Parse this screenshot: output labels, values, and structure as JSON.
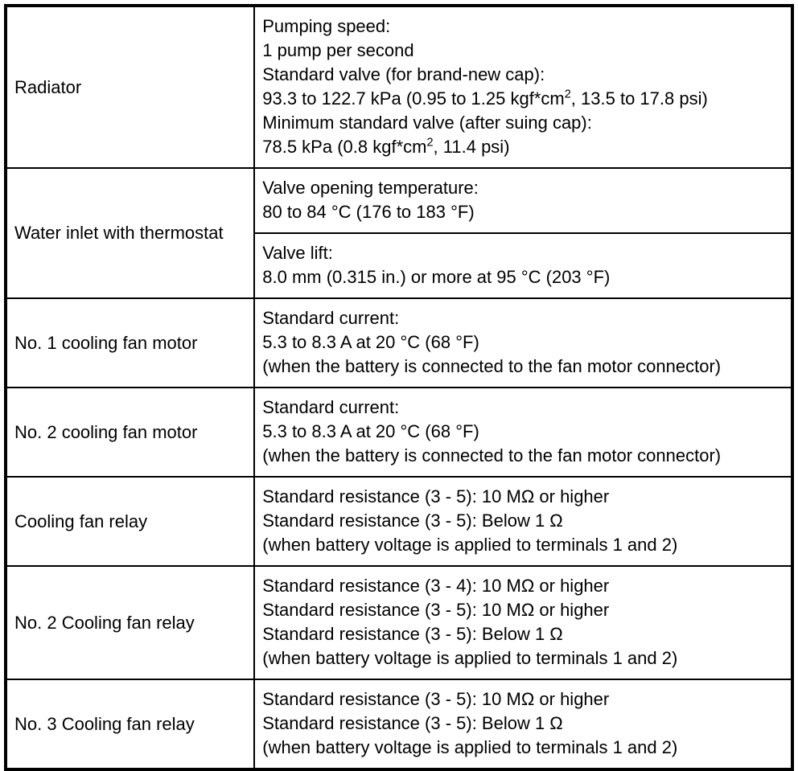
{
  "table": {
    "rows": [
      {
        "item": "Radiator",
        "blocks": [
          {
            "lines": [
              {
                "text": "Pumping speed:"
              },
              {
                "text": "1 pump per second"
              },
              {
                "text": "Standard valve (for brand-new cap):"
              },
              {
                "pre": "93.3 to 122.7 kPa (0.95 to 1.25 kgf*cm",
                "sup": "2",
                "post": ", 13.5 to 17.8 psi)"
              },
              {
                "text": "Minimum standard valve (after suing cap):"
              },
              {
                "pre": "78.5 kPa (0.8 kgf*cm",
                "sup": "2",
                "post": ", 11.4 psi)"
              }
            ]
          }
        ]
      },
      {
        "item": "Water inlet with thermostat",
        "blocks": [
          {
            "lines": [
              {
                "text": "Valve opening temperature:"
              },
              {
                "text": "80 to 84 °C (176 to 183 °F)"
              }
            ]
          },
          {
            "lines": [
              {
                "text": "Valve lift:"
              },
              {
                "text": "8.0 mm (0.315 in.) or more at 95 °C (203 °F)"
              }
            ]
          }
        ]
      },
      {
        "item": "No. 1 cooling fan motor",
        "blocks": [
          {
            "lines": [
              {
                "text": "Standard current:"
              },
              {
                "text": "5.3 to 8.3 A at 20 °C (68 °F)"
              },
              {
                "text": "(when the battery is connected to the fan motor connector)"
              }
            ]
          }
        ]
      },
      {
        "item": "No. 2 cooling fan motor",
        "blocks": [
          {
            "lines": [
              {
                "text": "Standard current:"
              },
              {
                "text": "5.3 to 8.3 A at 20 °C (68 °F)"
              },
              {
                "text": "(when the battery is connected to the fan motor connector)"
              }
            ]
          }
        ]
      },
      {
        "item": "Cooling fan relay",
        "blocks": [
          {
            "lines": [
              {
                "text": "Standard resistance (3 - 5): 10 MΩ or higher"
              },
              {
                "text": "Standard resistance (3 - 5): Below 1 Ω"
              },
              {
                "text": "(when battery voltage is applied to terminals 1 and 2)"
              }
            ]
          }
        ]
      },
      {
        "item": "No. 2 Cooling fan relay",
        "blocks": [
          {
            "lines": [
              {
                "text": "Standard resistance (3 - 4): 10 MΩ or higher"
              },
              {
                "text": "Standard resistance (3 - 5): 10 MΩ or higher"
              },
              {
                "text": "Standard resistance (3 - 5): Below 1 Ω"
              },
              {
                "text": "(when battery voltage is applied to terminals 1 and 2)"
              }
            ]
          }
        ]
      },
      {
        "item": "No. 3 Cooling fan relay",
        "blocks": [
          {
            "lines": [
              {
                "text": "Standard resistance (3 - 5): 10 MΩ or higher"
              },
              {
                "text": "Standard resistance (3 - 5): Below 1 Ω"
              },
              {
                "text": "(when battery voltage is applied to terminals 1 and 2)"
              }
            ]
          }
        ]
      }
    ]
  }
}
